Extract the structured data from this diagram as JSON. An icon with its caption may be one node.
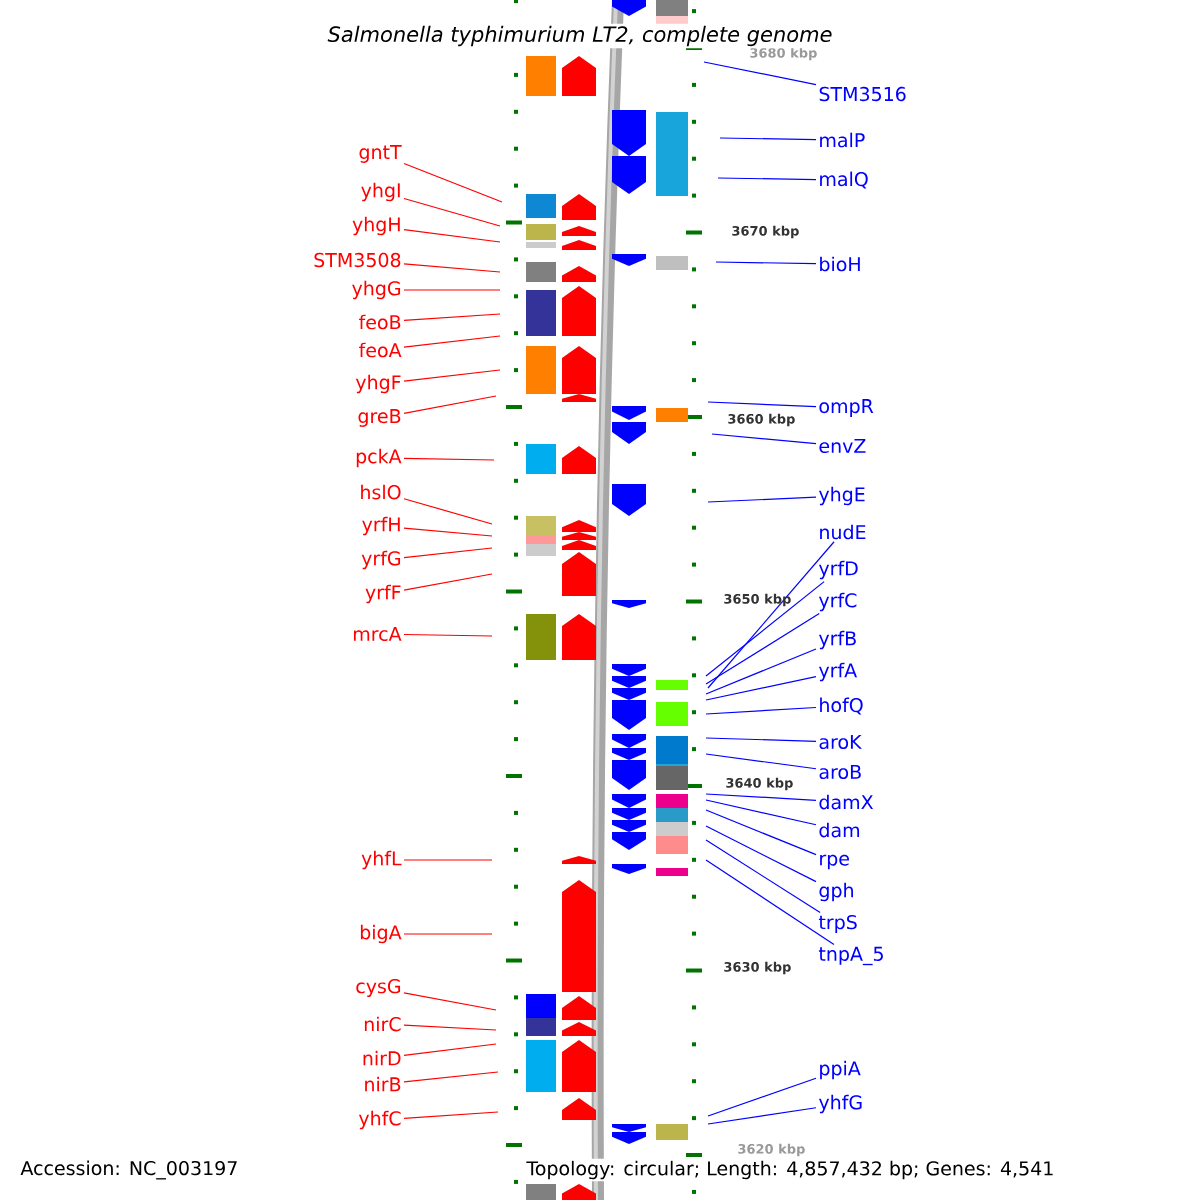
{
  "diagram": {
    "title": "*Salmonella typhimurium* LT2, complete genome",
    "nodes": [
      {
        "text": [
          "gntT"
        ]
      },
      {
        "text": [
          "yhgI"
        ]
      },
      {
        "text": [
          "yhgH"
        ]
      },
      {
        "text": [
          "STM3508"
        ]
      },
      {
        "text": [
          "yhgG"
        ]
      },
      {
        "text": [
          "feoB"
        ]
      },
      {
        "text": [
          "feoA"
        ]
      },
      {
        "text": [
          "yhgF"
        ]
      },
      {
        "text": [
          "greB"
        ]
      },
      {
        "text": [
          "pckA"
        ]
      },
      {
        "text": [
          "hslO"
        ]
      },
      {
        "text": [
          "yrfH"
        ]
      },
      {
        "text": [
          "yrfG"
        ]
      },
      {
        "text": [
          "yrfF"
        ]
      },
      {
        "text": [
          "mrcA"
        ]
      },
      {
        "text": [
          "yhfL"
        ]
      },
      {
        "text": [
          "bigA"
        ]
      },
      {
        "text": [
          "cysG"
        ]
      },
      {
        "text": [
          "nirC"
        ]
      },
      {
        "text": [
          "nirD"
        ]
      },
      {
        "text": [
          "nirB"
        ]
      },
      {
        "text": [
          "yhfC"
        ]
      },
      {
        "text": [
          "STM3516"
        ]
      },
      {
        "text": [
          "malP"
        ]
      },
      {
        "text": [
          "malQ"
        ]
      },
      {
        "text": [
          "bioH"
        ]
      },
      {
        "text": [
          "ompR"
        ]
      },
      {
        "text": [
          "envZ"
        ]
      },
      {
        "text": [
          "yhgE"
        ]
      },
      {
        "text": [
          "nudE"
        ]
      },
      {
        "text": [
          "yrfD"
        ]
      },
      {
        "text": [
          "yrfC"
        ]
      },
      {
        "text": [
          "yrfB"
        ]
      },
      {
        "text": [
          "yrfA"
        ]
      },
      {
        "text": [
          "hofQ"
        ]
      },
      {
        "text": [
          "aroK"
        ]
      },
      {
        "text": [
          "aroB"
        ]
      },
      {
        "text": [
          "damX"
        ]
      },
      {
        "text": [
          "dam"
        ]
      },
      {
        "text": [
          "rpe"
        ]
      },
      {
        "text": [
          "gph"
        ]
      },
      {
        "text": [
          "trpS"
        ]
      },
      {
        "text": [
          "tnpA_5"
        ]
      },
      {
        "text": [
          "ppiA"
        ]
      },
      {
        "text": [
          "yhfG"
        ]
      }
    ],
    "edges": [
      {
        "from": 0,
        "to": null,
        "arrow": "none",
        "color": "#ff0000"
      },
      {
        "from": 1,
        "to": null,
        "arrow": "none",
        "color": "#ff0000"
      },
      {
        "from": 2,
        "to": null,
        "arrow": "none",
        "color": "#ff0000"
      },
      {
        "from": 3,
        "to": null,
        "arrow": "none",
        "color": "#ff0000"
      },
      {
        "from": 4,
        "to": null,
        "arrow": "none",
        "color": "#ff0000"
      },
      {
        "from": 5,
        "to": null,
        "arrow": "none",
        "color": "#ff0000"
      },
      {
        "from": 6,
        "to": null,
        "arrow": "none",
        "color": "#ff0000"
      },
      {
        "from": 7,
        "to": null,
        "arrow": "none",
        "color": "#ff0000"
      },
      {
        "from": 8,
        "to": null,
        "arrow": "none",
        "color": "#ff0000"
      },
      {
        "from": 9,
        "to": null,
        "arrow": "none",
        "color": "#ff0000"
      },
      {
        "from": 10,
        "to": null,
        "arrow": "none",
        "color": "#ff0000"
      },
      {
        "from": 11,
        "to": null,
        "arrow": "none",
        "color": "#ff0000"
      },
      {
        "from": 12,
        "to": null,
        "arrow": "none",
        "color": "#ff0000"
      },
      {
        "from": 13,
        "to": null,
        "arrow": "none",
        "color": "#ff0000"
      },
      {
        "from": 14,
        "to": null,
        "arrow": "none",
        "color": "#ff0000"
      },
      {
        "from": 15,
        "to": null,
        "arrow": "none",
        "color": "#ff0000"
      },
      {
        "from": 16,
        "to": null,
        "arrow": "none",
        "color": "#ff0000"
      },
      {
        "from": 17,
        "to": null,
        "arrow": "none",
        "color": "#ff0000"
      },
      {
        "from": 18,
        "to": null,
        "arrow": "none",
        "color": "#ff0000"
      },
      {
        "from": 19,
        "to": null,
        "arrow": "none",
        "color": "#ff0000"
      },
      {
        "from": 20,
        "to": null,
        "arrow": "none",
        "color": "#ff0000"
      },
      {
        "from": 21,
        "to": null,
        "arrow": "none",
        "color": "#ff0000"
      },
      {
        "from": 22,
        "to": null,
        "arrow": "none",
        "color": "#0000ff"
      },
      {
        "from": 23,
        "to": null,
        "arrow": "none",
        "color": "#0000ff"
      },
      {
        "from": 24,
        "to": null,
        "arrow": "none",
        "color": "#0000ff"
      },
      {
        "from": 25,
        "to": null,
        "arrow": "none",
        "color": "#0000ff"
      },
      {
        "from": 26,
        "to": null,
        "arrow": "none",
        "color": "#0000ff"
      },
      {
        "from": 27,
        "to": null,
        "arrow": "none",
        "color": "#0000ff"
      },
      {
        "from": 28,
        "to": null,
        "arrow": "none",
        "color": "#0000ff"
      },
      {
        "from": 29,
        "to": null,
        "arrow": "none",
        "color": "#0000ff"
      },
      {
        "from": 30,
        "to": null,
        "arrow": "none",
        "color": "#0000ff"
      },
      {
        "from": 31,
        "to": null,
        "arrow": "none",
        "color": "#0000ff"
      },
      {
        "from": 32,
        "to": null,
        "arrow": "none",
        "color": "#0000ff"
      },
      {
        "from": 33,
        "to": null,
        "arrow": "none",
        "color": "#0000ff"
      },
      {
        "from": 34,
        "to": null,
        "arrow": "none",
        "color": "#0000ff"
      },
      {
        "from": 35,
        "to": null,
        "arrow": "none",
        "color": "#0000ff"
      },
      {
        "from": 36,
        "to": null,
        "arrow": "none",
        "color": "#0000ff"
      },
      {
        "from": 37,
        "to": null,
        "arrow": "none",
        "color": "#0000ff"
      },
      {
        "from": 38,
        "to": null,
        "arrow": "none",
        "color": "#0000ff"
      },
      {
        "from": 39,
        "to": null,
        "arrow": "none",
        "color": "#0000ff"
      },
      {
        "from": 40,
        "to": null,
        "arrow": "none",
        "color": "#0000ff"
      },
      {
        "from": 41,
        "to": null,
        "arrow": "none",
        "color": "#0000ff"
      },
      {
        "from": 42,
        "to": null,
        "arrow": "none",
        "color": "#0000ff"
      },
      {
        "from": 43,
        "to": null,
        "arrow": "none",
        "color": "#0000ff"
      },
      {
        "from": 44,
        "to": null,
        "arrow": "none",
        "color": "#0000ff"
      }
    ],
    "labels": [
      "3680 kbp",
      "3670 kbp",
      "3660 kbp",
      "3650 kbp",
      "3640 kbp",
      "3630 kbp",
      "3620 kbp",
      "Accession: NC_003197",
      "Topology: circular; Length: 4,857,432 bp; Genes: 4,541"
    ]
  }
}
